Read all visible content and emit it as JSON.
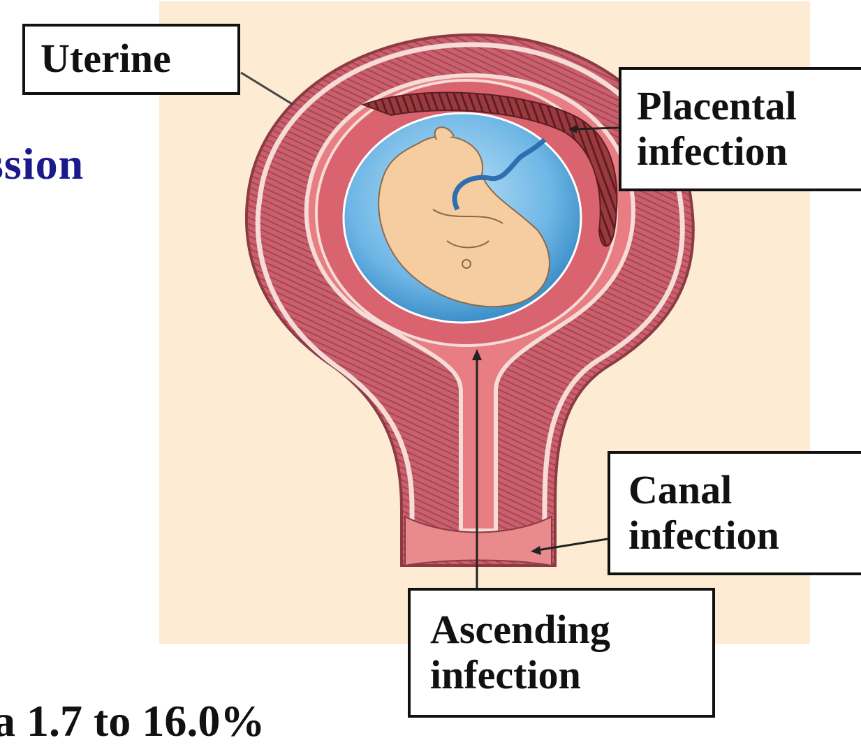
{
  "slide_fragments": {
    "right_word": "ssion",
    "bottom_text": "a 1.7 to 16.0%"
  },
  "labels": {
    "uterine": [
      "Uterine"
    ],
    "placental": [
      "Placental",
      "infection"
    ],
    "canal": [
      "Canal",
      "infection"
    ],
    "ascending": [
      "Ascending",
      "infection"
    ]
  },
  "colors": {
    "background_panel": "#fdebd3",
    "uterine_wall": "#c9606e",
    "amniotic_fluid": "#6fb7e6",
    "fetus": "#f6cda0",
    "placenta": "#8a2e34",
    "slide_text": "#1a1a8c"
  }
}
